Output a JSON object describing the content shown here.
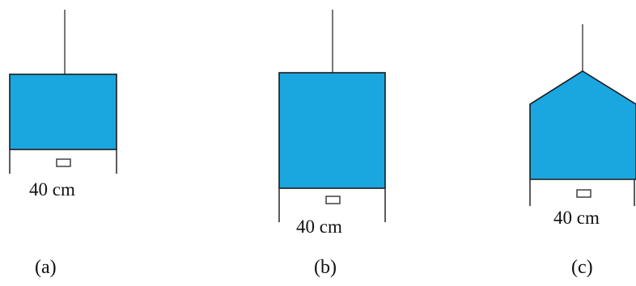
{
  "colors": {
    "fill": "#1aa7e0",
    "outline": "#1a1a1a"
  },
  "icons": {
    "shape_a": "rectangle-wide-icon",
    "shape_b": "rectangle-tall-icon",
    "shape_c": "pentagon-icon"
  },
  "panels": [
    {
      "caption": "(a)",
      "measure": "40 cm"
    },
    {
      "caption": "(b)",
      "measure": "40 cm"
    },
    {
      "caption": "(c)",
      "measure": "40 cm"
    }
  ]
}
